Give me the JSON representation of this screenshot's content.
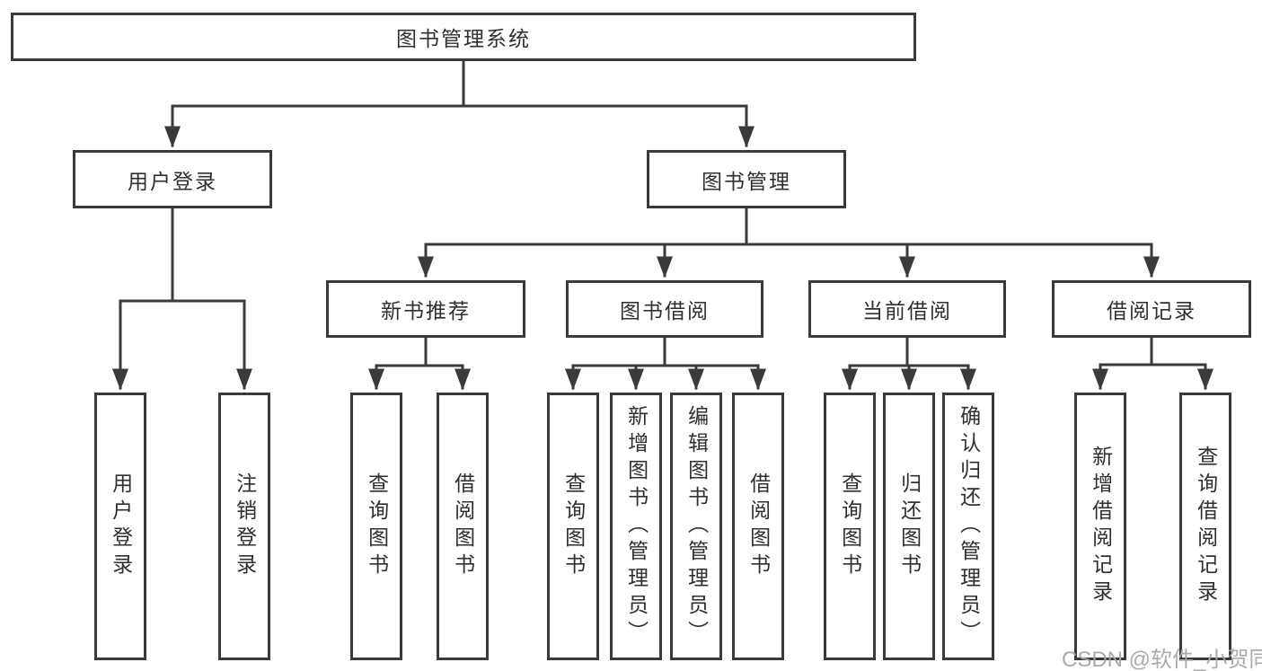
{
  "diagram": {
    "root": {
      "label": "图书管理系统"
    },
    "level2": [
      {
        "label": "用户登录"
      },
      {
        "label": "图书管理"
      }
    ],
    "level3": [
      {
        "label": "新书推荐",
        "parent": "图书管理"
      },
      {
        "label": "图书借阅",
        "parent": "图书管理"
      },
      {
        "label": "当前借阅",
        "parent": "图书管理"
      },
      {
        "label": "借阅记录",
        "parent": "图书管理"
      }
    ],
    "leaves": [
      {
        "label": "用户登录",
        "parent": "用户登录"
      },
      {
        "label": "注销登录",
        "parent": "用户登录"
      },
      {
        "label": "查询图书",
        "parent": "新书推荐"
      },
      {
        "label": "借阅图书",
        "parent": "新书推荐"
      },
      {
        "label": "查询图书",
        "parent": "图书借阅"
      },
      {
        "label": "新增图书（管理员）",
        "parent": "图书借阅"
      },
      {
        "label": "编辑图书（管理员）",
        "parent": "图书借阅"
      },
      {
        "label": "借阅图书",
        "parent": "图书借阅"
      },
      {
        "label": "查询图书",
        "parent": "当前借阅"
      },
      {
        "label": "归还图书",
        "parent": "当前借阅"
      },
      {
        "label": "确认归还（管理员）",
        "parent": "当前借阅"
      },
      {
        "label": "新增借阅记录",
        "parent": "借阅记录"
      },
      {
        "label": "查询借阅记录",
        "parent": "借阅记录"
      }
    ]
  },
  "watermark": {
    "text": "CSDN @软件_小贺同学"
  },
  "colors": {
    "line": "#3a3a3a",
    "border": "#3a3a3a",
    "text": "#2f2f2f",
    "watermark": "#a5a5a5",
    "background": "#ffffff"
  }
}
